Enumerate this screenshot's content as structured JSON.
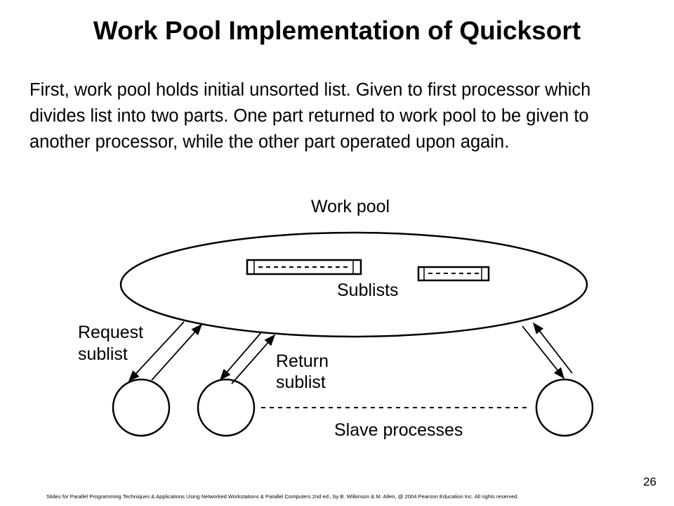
{
  "slide": {
    "title": "Work Pool Implementation of Quicksort",
    "body": "First, work pool holds initial unsorted list. Given to first processor which divides list into two parts. One part returned to work pool to be given to another processor, while the other part operated upon again.",
    "page_number": "26",
    "footer": "Slides for Parallel Programming Techniques & Applications Using Networked Workstations & Parallel Computers 2nd ed., by B. Wilkinson & M. Allen, @ 2004 Pearson Education Inc. All rights reserved."
  },
  "diagram": {
    "work_pool_label": "Work pool",
    "sublists_label": "Sublists",
    "request_label": [
      "Request",
      "sublist"
    ],
    "return_label": [
      "Return",
      "sublist"
    ],
    "slave_label": "Slave processes"
  }
}
